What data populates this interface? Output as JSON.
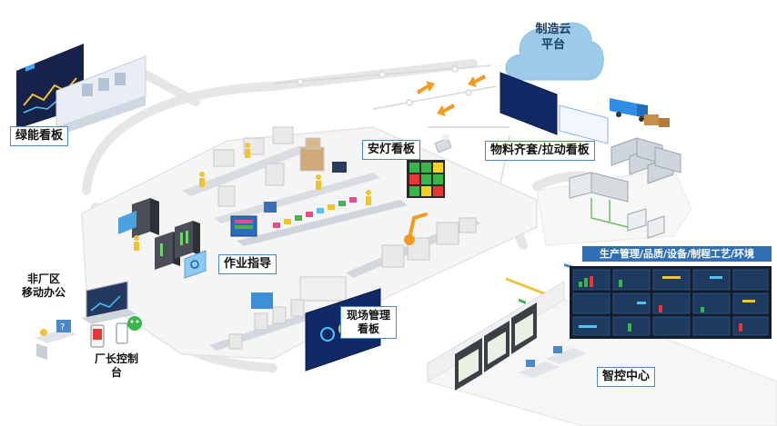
{
  "cloud": {
    "line1": "制造云",
    "line2": "平台"
  },
  "labels": {
    "green_energy": "绿能看板",
    "andon": "安灯看板",
    "material": "物料齐套/拉动看板",
    "work_guide": "作业指导",
    "site_line1": "现场管理",
    "site_line2": "看板",
    "offsite_line1": "非厂区",
    "offsite_line2": "移动办公",
    "director_line1": "厂长控制",
    "director_line2": "台",
    "control_center": "智控中心"
  },
  "banner": "生产管理/品质/设备/制程工艺/环境",
  "colors": {
    "label_border": "#4a88c7",
    "banner": "#2f6fb6",
    "cloud": "#9ccbe9",
    "arrow": "#f39a1f",
    "track": "#e6e6e6",
    "screen_dark": "#131d2e",
    "andon_green": "#3ab54a",
    "andon_yellow": "#f4d21f",
    "andon_red": "#e53935"
  },
  "icons": [
    "cloud-icon",
    "truck-icon",
    "forklift-icon",
    "robot-arm-icon",
    "monitor-icon",
    "laptop-icon",
    "smartphone-icon",
    "wechat-icon",
    "server-rack-icon",
    "operator-icon",
    "desk-icon"
  ]
}
